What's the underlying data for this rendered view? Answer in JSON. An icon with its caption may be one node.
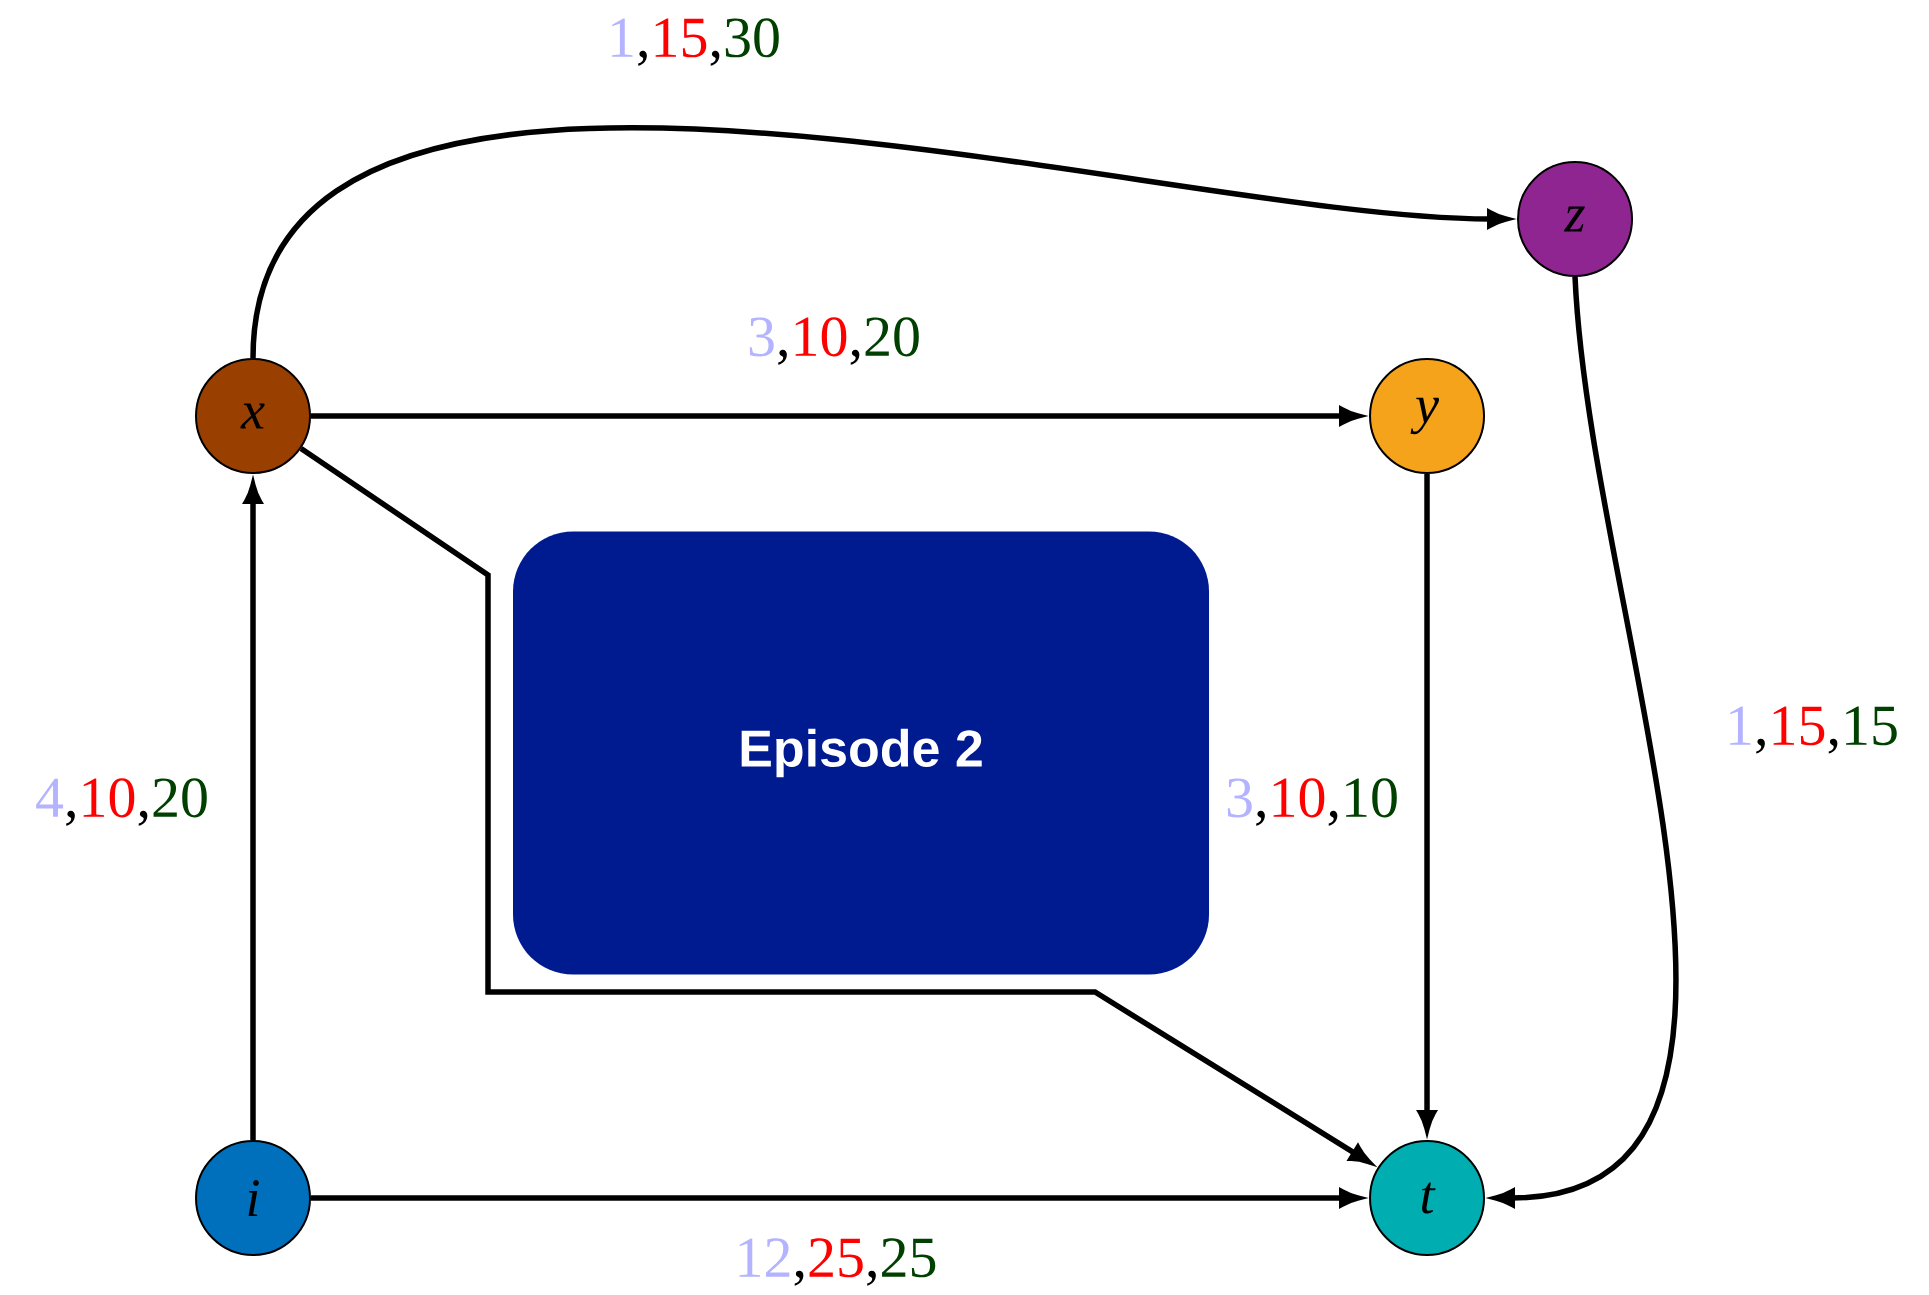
{
  "diagram": {
    "nodes": [
      {
        "text": [
          "z"
        ]
      },
      {
        "text": [
          "x"
        ]
      },
      {
        "text": [
          "y"
        ]
      },
      {
        "text": [
          "Episode 2"
        ]
      },
      {
        "text": [
          "i"
        ]
      },
      {
        "text": [
          "t"
        ]
      }
    ],
    "edges": [
      {
        "from": 1,
        "to": 0,
        "arrow": "to",
        "label": "1,15,30"
      },
      {
        "from": 1,
        "to": 2,
        "arrow": "to",
        "label": "3,10,20"
      },
      {
        "from": 1,
        "to": 5,
        "arrow": "to"
      },
      {
        "from": 0,
        "to": 5,
        "arrow": "to",
        "label": "1,15,15"
      },
      {
        "from": 2,
        "to": 5,
        "arrow": "to",
        "label": "3,10,10"
      },
      {
        "from": 4,
        "to": 1,
        "arrow": "to",
        "label": "4,10,20"
      },
      {
        "from": 4,
        "to": 5,
        "arrow": "to",
        "label": "12,25,25"
      }
    ]
  }
}
